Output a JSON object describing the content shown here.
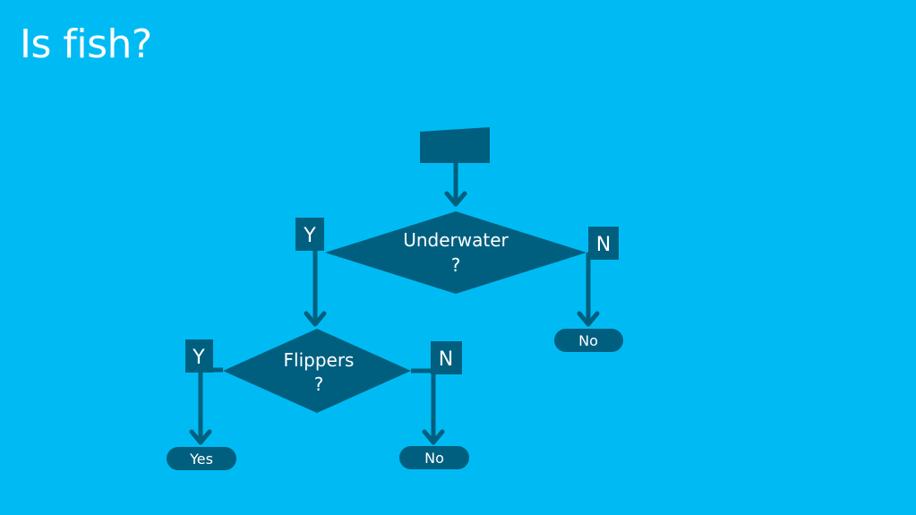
{
  "title": "Is fish?",
  "colors": {
    "background": "#00bbf3",
    "shape": "#005f7f",
    "text": "#ffffff"
  },
  "nodes": {
    "q1": {
      "line1": "Underwater",
      "line2": "?"
    },
    "q2": {
      "line1": "Flippers",
      "line2": "?"
    },
    "q1_yes_label": "Y",
    "q1_no_label": "N",
    "q2_yes_label": "Y",
    "q2_no_label": "N",
    "end_q1_no": "No",
    "end_q2_yes": "Yes",
    "end_q2_no": "No"
  }
}
